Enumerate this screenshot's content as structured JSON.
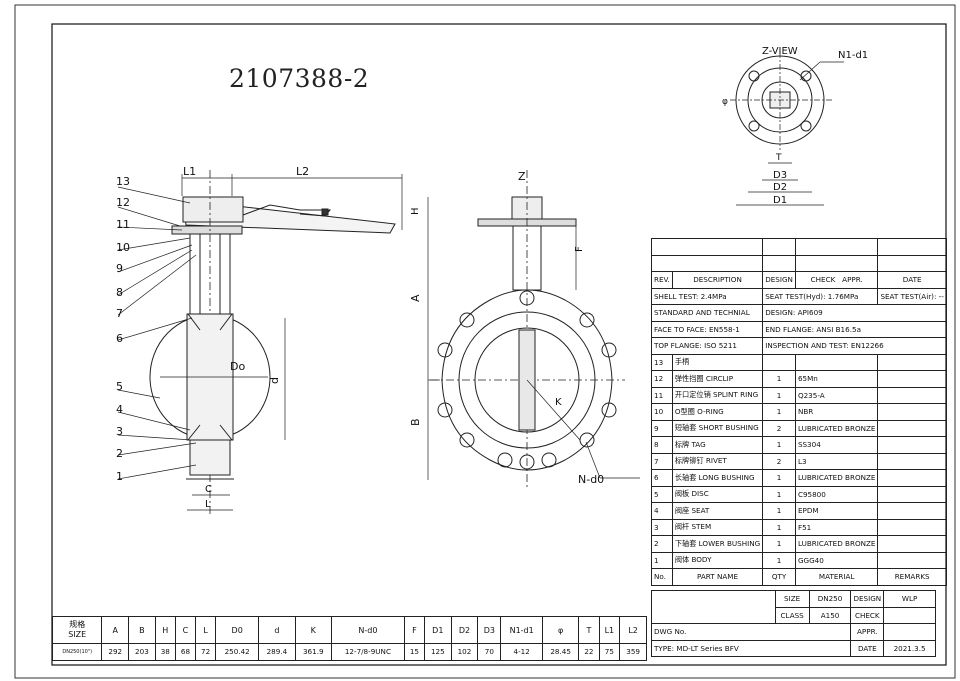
{
  "drawing_number": "2107388-2",
  "zview": {
    "title": "Z-VIEW",
    "hole_label": "N1-d1",
    "dims": [
      "D3",
      "D2",
      "D1",
      "T",
      "φ"
    ]
  },
  "side_view": {
    "dims": [
      "L1",
      "L2",
      "H",
      "Do",
      "d",
      "C",
      "L"
    ],
    "callouts": [
      "13",
      "12",
      "11",
      "10",
      "9",
      "8",
      "7",
      "6",
      "5",
      "4",
      "3",
      "2",
      "1"
    ]
  },
  "front_view": {
    "dims": [
      "Z",
      "F",
      "A",
      "B",
      "K",
      "N-d0"
    ]
  },
  "bom": {
    "rev_header": [
      "REV.",
      "DESCRIPTION",
      "DESIGN",
      "CHECK",
      "APPR.",
      "DATE"
    ],
    "shell_test": "SHELL TEST: 2.4MPa",
    "seat_test_hyd": "SEAT TEST(Hyd): 1.76MPa",
    "seat_test_air": "SEAT TEST(Air): --",
    "standard": "STANDARD AND TECHNIAL",
    "design_std": "DESIGN: API609",
    "face_to_face": "FACE TO FACE: EN558-1",
    "end_flange": "END FLANGE: ANSI B16.5a",
    "top_flange": "TOP FLANGE: ISO 5211",
    "inspection": "INSPECTION AND TEST: EN12266",
    "parts": [
      {
        "no": "13",
        "name": "手柄",
        "qty": "",
        "material": ""
      },
      {
        "no": "12",
        "name": "弹性挡圈 CIRCLIP",
        "qty": "1",
        "material": "65Mn"
      },
      {
        "no": "11",
        "name": "开口定位销 SPLINT RING",
        "qty": "1",
        "material": "Q235-A"
      },
      {
        "no": "10",
        "name": "O型圈 O-RING",
        "qty": "1",
        "material": "NBR"
      },
      {
        "no": "9",
        "name": "短轴套 SHORT BUSHING",
        "qty": "2",
        "material": "LUBRICATED BRONZE"
      },
      {
        "no": "8",
        "name": "标牌 TAG",
        "qty": "1",
        "material": "SS304"
      },
      {
        "no": "7",
        "name": "标牌铆钉 RIVET",
        "qty": "2",
        "material": "L3"
      },
      {
        "no": "6",
        "name": "长轴套 LONG BUSHING",
        "qty": "1",
        "material": "LUBRICATED BRONZE"
      },
      {
        "no": "5",
        "name": "阀板 DISC",
        "qty": "1",
        "material": "C95800"
      },
      {
        "no": "4",
        "name": "阀座 SEAT",
        "qty": "1",
        "material": "EPDM"
      },
      {
        "no": "3",
        "name": "阀杆 STEM",
        "qty": "1",
        "material": "F51"
      },
      {
        "no": "2",
        "name": "下轴套 LOWER BUSHING",
        "qty": "1",
        "material": "LUBRICATED BRONZE"
      },
      {
        "no": "1",
        "name": "阀体 BODY",
        "qty": "1",
        "material": "GGG40"
      }
    ],
    "header": {
      "no": "No.",
      "name": "PART NAME",
      "qty": "QTY",
      "material": "MATERIAL",
      "remarks": "REMARKS"
    },
    "size_label": "SIZE",
    "size_value": "DN250",
    "design_label": "DESIGN",
    "design_value": "WLP",
    "class_label": "CLASS",
    "class_value": "A150",
    "check_label": "CHECK",
    "dwg_label": "DWG No.",
    "appr_label": "APPR.",
    "type_label": "TYPE: MD-LT Series BFV",
    "date_label": "DATE",
    "date_value": "2021.3.5"
  },
  "dim_table": {
    "size_header_cn": "规格",
    "size_header": "SIZE",
    "columns": [
      "A",
      "B",
      "H",
      "C",
      "L",
      "D0",
      "d",
      "K",
      "N-d0",
      "F",
      "D1",
      "D2",
      "D3",
      "N1-d1",
      "φ",
      "T",
      "L1",
      "L2"
    ],
    "row_label": "DN250(10\")",
    "values": [
      "292",
      "203",
      "38",
      "68",
      "72",
      "250.42",
      "289.4",
      "361.9",
      "12-7/8-9UNC",
      "15",
      "125",
      "102",
      "70",
      "4-12",
      "28.45",
      "22",
      "75",
      "359"
    ]
  }
}
